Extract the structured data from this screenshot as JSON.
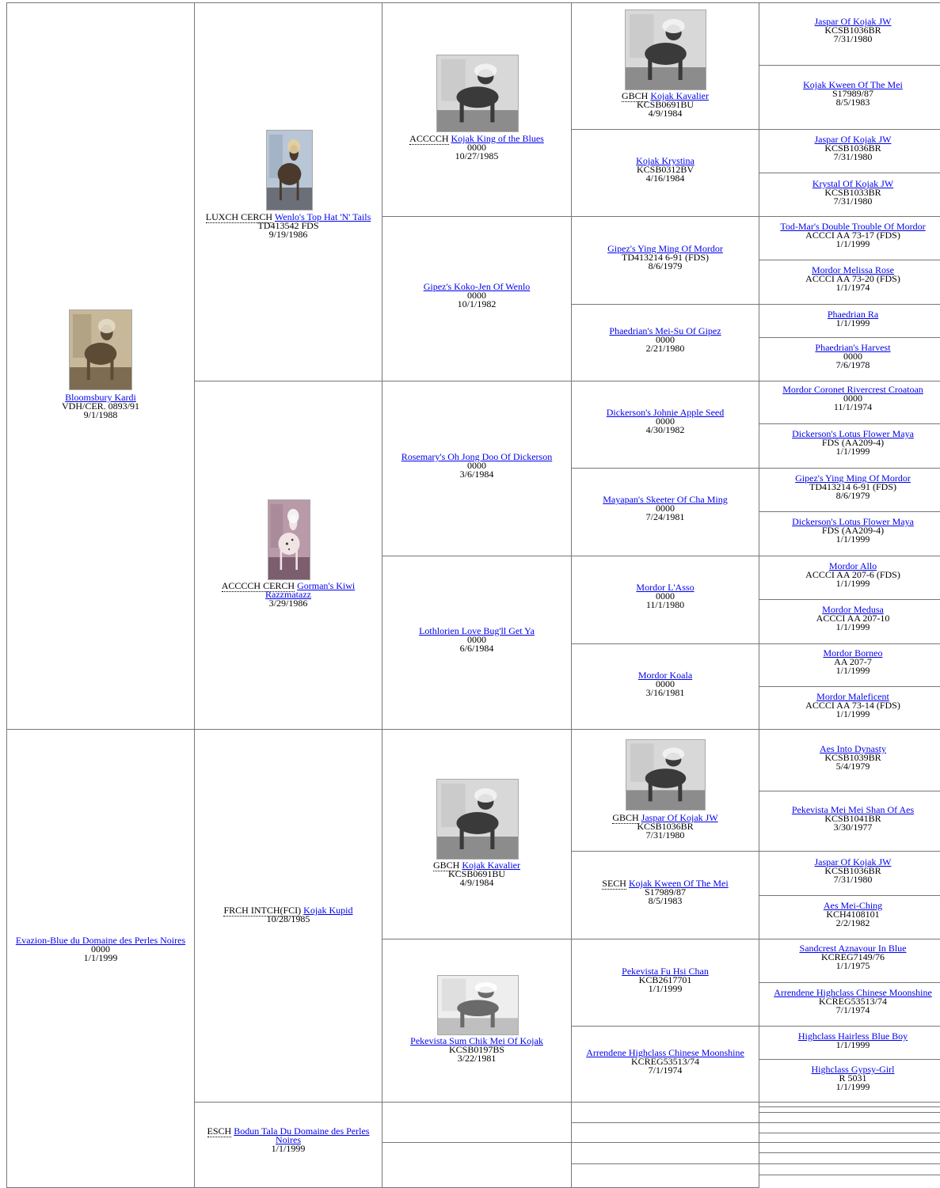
{
  "pedigree": {
    "c1": [
      {
        "id": "sire",
        "name": "Bloomsbury Kardi",
        "reg": "VDH/CER. 0893/91",
        "date": "9/1/1988",
        "photo": "photo-tan"
      },
      {
        "id": "dam",
        "name": "Evazion-Blue du Domaine des Perles Noires",
        "reg": "0000",
        "date": "1/1/1999"
      }
    ],
    "c2": [
      {
        "id": "ss",
        "title": "LUXCH CERCH",
        "name": "Wenlo's Top Hat 'N' Tails",
        "reg": "TD413542 FDS",
        "date": "9/19/1986",
        "photo": "photo-color"
      },
      {
        "id": "sd",
        "title": "ACCCCH CERCH",
        "name": "Gorman's Kiwi Razzmatazz",
        "date": "3/29/1986",
        "photo": "photo-spotted"
      },
      {
        "id": "ds",
        "title": "FRCH INTCH(FCI)",
        "name": "Kojak Kupid",
        "date": "10/28/1985"
      },
      {
        "id": "dd",
        "title": "ESCH",
        "name": "Bodun Tala Du Domaine des Perles Noires",
        "date": "1/1/1999"
      }
    ],
    "c3": [
      {
        "id": "sss",
        "title": "ACCCCH",
        "name": "Kojak King of the Blues",
        "reg": "0000",
        "date": "10/27/1985",
        "photo": "photo-bw"
      },
      {
        "id": "ssd",
        "name": "Gipez's Koko-Jen Of Wenlo",
        "reg": "0000",
        "date": "10/1/1982"
      },
      {
        "id": "sds",
        "name": "Rosemary's Oh Jong Doo Of Dickerson",
        "reg": "0000",
        "date": "3/6/1984"
      },
      {
        "id": "sdd",
        "name": "Lothlorien Love Bug'll Get Ya",
        "reg": "0000",
        "date": "6/6/1984"
      },
      {
        "id": "dss",
        "title": "GBCH",
        "name": "Kojak Kavalier",
        "reg": "KCSB0691BU",
        "date": "4/9/1984",
        "photo": "photo-bw"
      },
      {
        "id": "dsd",
        "name": "Pekevista Sum Chik Mei Of Kojak",
        "reg": "KCSB0197BS",
        "date": "3/22/1981",
        "photo": "photo-bw-light"
      },
      {
        "id": "dds"
      },
      {
        "id": "ddd"
      }
    ],
    "c4": [
      {
        "id": "ssss",
        "title": "GBCH",
        "name": "Kojak Kavalier",
        "reg": "KCSB0691BU",
        "date": "4/9/1984",
        "photo": "photo-bw"
      },
      {
        "id": "sssd",
        "name": "Kojak Krystina",
        "reg": "KCSB0312BV",
        "date": "4/16/1984"
      },
      {
        "id": "ssds",
        "name": "Gipez's Ying Ming Of Mordor",
        "reg": "TD413214 6-91 (FDS)",
        "date": "8/6/1979"
      },
      {
        "id": "ssdd",
        "name": "Phaedrian's Mei-Su Of Gipez",
        "reg": "0000",
        "date": "2/21/1980"
      },
      {
        "id": "sdss",
        "name": "Dickerson's Johnie Apple Seed",
        "reg": "0000",
        "date": "4/30/1982"
      },
      {
        "id": "sdsd",
        "name": "Mayapan's Skeeter Of Cha Ming",
        "reg": "0000",
        "date": "7/24/1981"
      },
      {
        "id": "sdds",
        "name": "Mordor L'Asso",
        "reg": "0000",
        "date": "11/1/1980"
      },
      {
        "id": "sddd",
        "name": "Mordor Koala",
        "reg": "0000",
        "date": "3/16/1981"
      },
      {
        "id": "dsss",
        "title": "GBCH",
        "name": "Jaspar Of Kojak JW",
        "reg": "KCSB1036BR",
        "date": "7/31/1980",
        "photo": "photo-bw"
      },
      {
        "id": "dssd",
        "title": "SECH",
        "name": "Kojak Kween Of The Mei",
        "reg": "S17989/87",
        "date": "8/5/1983"
      },
      {
        "id": "dsds",
        "name": "Pekevista Fu Hsi Chan",
        "reg": "KCB2617701",
        "date": "1/1/1999"
      },
      {
        "id": "dsdd",
        "name": "Arrendene Highclass Chinese Moonshine",
        "reg": "KCREG53513/74",
        "date": "7/1/1974"
      },
      {
        "id": "dds1"
      },
      {
        "id": "dds2"
      },
      {
        "id": "ddd1"
      },
      {
        "id": "ddd2"
      }
    ],
    "c5": [
      {
        "name": "Jaspar Of Kojak JW",
        "reg": "KCSB1036BR",
        "date": "7/31/1980"
      },
      {
        "name": "Kojak Kween Of The Mei",
        "reg": "S17989/87",
        "date": "8/5/1983"
      },
      {
        "name": "Jaspar Of Kojak JW",
        "reg": "KCSB1036BR",
        "date": "7/31/1980"
      },
      {
        "name": "Krystal Of Kojak JW",
        "reg": "KCSB1033BR",
        "date": "7/31/1980"
      },
      {
        "name": "Tod-Mar's Double Trouble Of Mordor",
        "reg": "ACCCI AA 73-17 (FDS)",
        "date": "1/1/1999"
      },
      {
        "name": "Mordor Melissa Rose",
        "reg": "ACCCI AA 73-20 (FDS)",
        "date": "1/1/1974"
      },
      {
        "name": "Phaedrian Ra",
        "date": "1/1/1999"
      },
      {
        "name": "Phaedrian's Harvest",
        "reg": "0000",
        "date": "7/6/1978"
      },
      {
        "name": "Mordor Coronet Rivercrest Croatoan",
        "reg": "0000",
        "date": "11/1/1974"
      },
      {
        "name": "Dickerson's Lotus Flower Maya",
        "reg": "FDS (AA209-4)",
        "date": "1/1/1999"
      },
      {
        "name": "Gipez's Ying Ming Of Mordor",
        "reg": "TD413214 6-91 (FDS)",
        "date": "8/6/1979"
      },
      {
        "name": "Dickerson's Lotus Flower Maya",
        "reg": "FDS (AA209-4)",
        "date": "1/1/1999"
      },
      {
        "name": "Mordor Allo",
        "reg": "ACCCI AA 207-6 (FDS)",
        "date": "1/1/1999"
      },
      {
        "name": "Mordor Medusa",
        "reg": "ACCCI AA 207-10",
        "date": "1/1/1999"
      },
      {
        "name": "Mordor Borneo",
        "reg": "AA 207-7",
        "date": "1/1/1999"
      },
      {
        "name": "Mordor Maleficent",
        "reg": "ACCCI AA 73-14 (FDS)",
        "date": "1/1/1999"
      },
      {
        "name": "Aes Into Dynasty",
        "reg": "KCSB1039BR",
        "date": "5/4/1979"
      },
      {
        "name": "Pekevista Mei Mei Shan Of Aes",
        "reg": "KCSB1041BR",
        "date": "3/30/1977"
      },
      {
        "name": "Jaspar Of Kojak JW",
        "reg": "KCSB1036BR",
        "date": "7/31/1980"
      },
      {
        "name": "Aes Mei-Ching",
        "reg": "KCH4108101",
        "date": "2/2/1982"
      },
      {
        "name": "Sandcrest Aznavour In Blue",
        "reg": "KCREG7149/76",
        "date": "1/1/1975"
      },
      {
        "name": "Arrendene Highclass Chinese Moonshine",
        "reg": "KCREG53513/74",
        "date": "7/1/1974"
      },
      {
        "name": "Highclass Hairless Blue Boy",
        "date": "1/1/1999"
      },
      {
        "name": "Highclass Gypsy-Girl",
        "reg": "R 5031",
        "date": "1/1/1999"
      },
      {},
      {},
      {},
      {},
      {},
      {},
      {},
      {}
    ]
  }
}
